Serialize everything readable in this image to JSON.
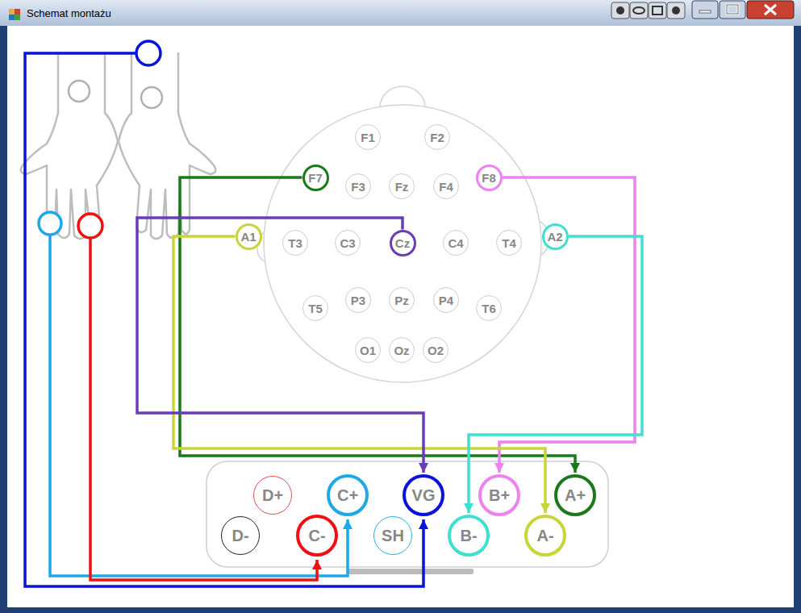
{
  "diagram": {
    "title": "Schemat montażu",
    "nodes": [
      {
        "text": [
          "F1"
        ]
      },
      {
        "text": [
          "F2"
        ]
      },
      {
        "text": [
          "F7"
        ]
      },
      {
        "text": [
          "F3"
        ]
      },
      {
        "text": [
          "Fz"
        ]
      },
      {
        "text": [
          "F4"
        ]
      },
      {
        "text": [
          "F8"
        ]
      },
      {
        "text": [
          "A1"
        ]
      },
      {
        "text": [
          "T3"
        ]
      },
      {
        "text": [
          "C3"
        ]
      },
      {
        "text": [
          "Cz"
        ]
      },
      {
        "text": [
          "C4"
        ]
      },
      {
        "text": [
          "T4"
        ]
      },
      {
        "text": [
          "A2"
        ]
      },
      {
        "text": [
          "T5"
        ]
      },
      {
        "text": [
          "P3"
        ]
      },
      {
        "text": [
          "Pz"
        ]
      },
      {
        "text": [
          "P4"
        ]
      },
      {
        "text": [
          "T6"
        ]
      },
      {
        "text": [
          "O1"
        ]
      },
      {
        "text": [
          "Oz"
        ]
      },
      {
        "text": [
          "O2"
        ]
      },
      {
        "text": [
          "D+"
        ]
      },
      {
        "text": [
          "C+"
        ]
      },
      {
        "text": [
          "VG"
        ]
      },
      {
        "text": [
          "B+"
        ]
      },
      {
        "text": [
          "A+"
        ]
      },
      {
        "text": [
          "D-"
        ]
      },
      {
        "text": [
          "C-"
        ]
      },
      {
        "text": [
          "SH"
        ]
      },
      {
        "text": [
          "B-"
        ]
      },
      {
        "text": [
          "A-"
        ]
      }
    ],
    "edges": [
      {
        "from": 2,
        "to": 26,
        "arrow": "to"
      },
      {
        "from": 6,
        "to": 25,
        "arrow": "to"
      },
      {
        "from": 7,
        "to": 31,
        "arrow": "to"
      },
      {
        "from": 13,
        "to": 30,
        "arrow": "to"
      },
      {
        "from": 10,
        "to": 24,
        "arrow": "to"
      }
    ]
  }
}
